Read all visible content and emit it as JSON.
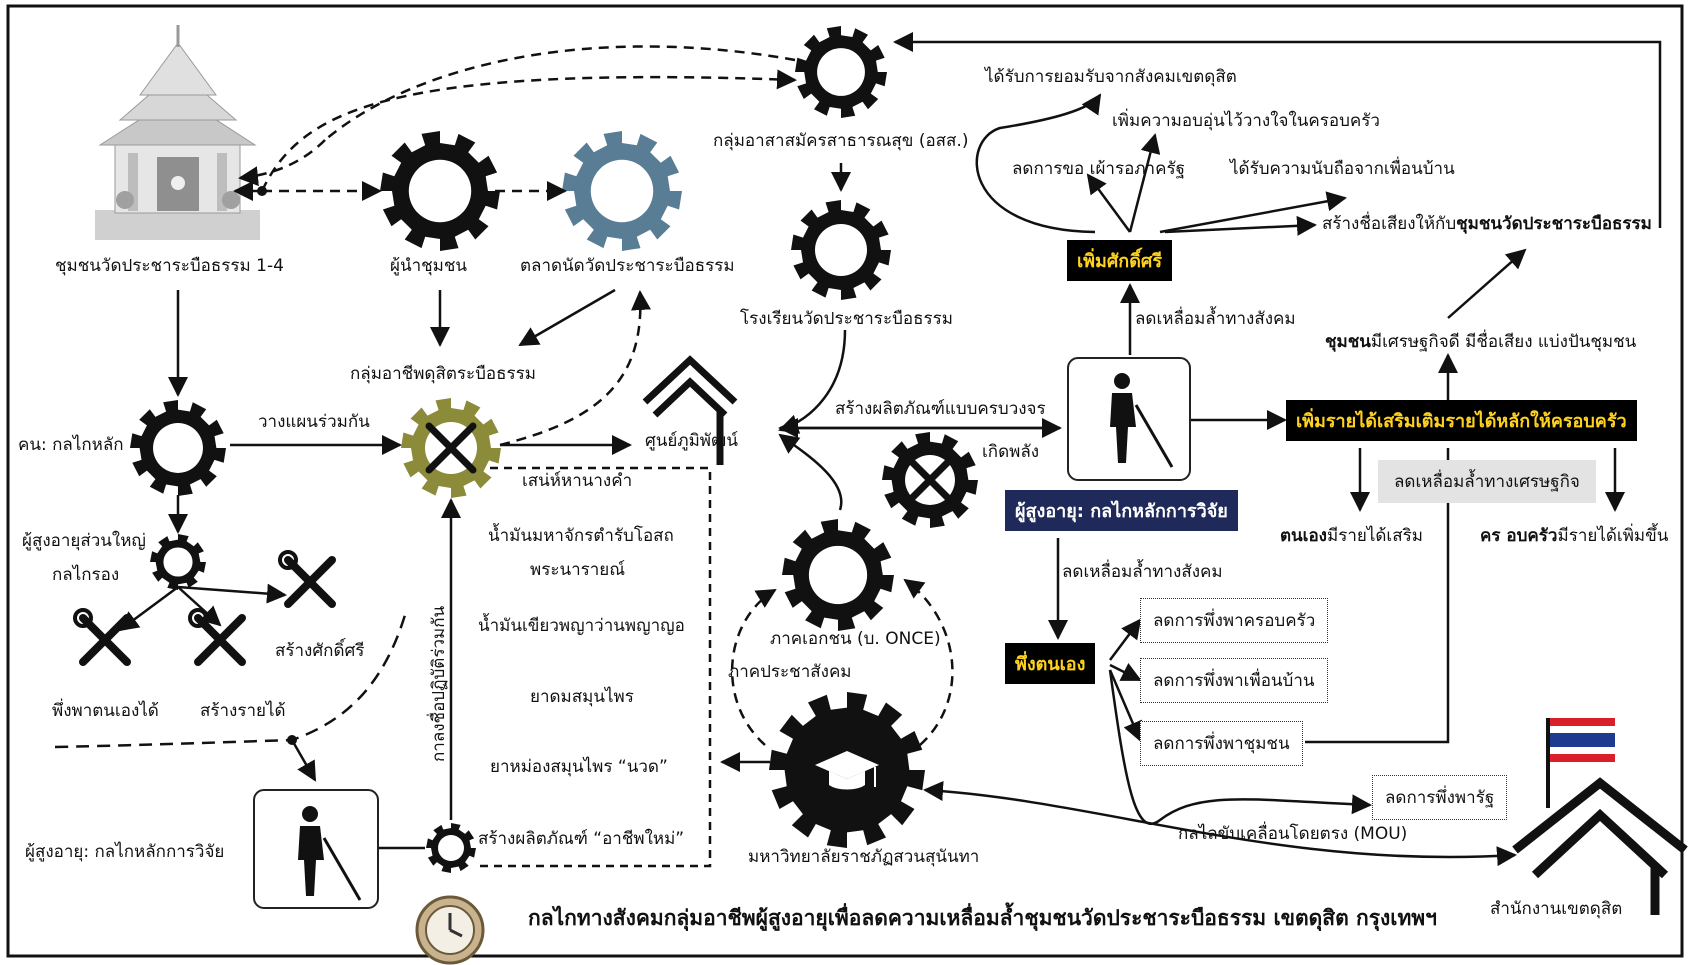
{
  "nodes": {
    "temple_community": "ชุมชนวัดประชาระบือธรรม 1-4",
    "community_leader": "ผู้นำชุมชน",
    "market": "ตลาดนัดวัดประชาระบือธรรม",
    "volunteers": "กลุ่มอาสาสมัครสาธารณสุข (อสส.)",
    "school": "โรงเรียนวัดประชาระบือธรรม",
    "occupation_group": "กลุ่มอาชีพดุสิตระบือธรรม",
    "people_main": "คน: กลไกหลัก",
    "plan_together": "วางแผนร่วมกัน",
    "majority_elderly": "ผู้สูงอายุส่วนใหญ่",
    "filter": "กลไกรอง",
    "self_reliant": "พึ่งพาตนเองได้",
    "build_income": "สร้างรายได้",
    "build_dignity": "สร้างศักดิ์ศรี",
    "elderly_research_left": "ผู้สูงอายุ: กลไกหลักการวิจัย",
    "collaborative_space": "กาลงชื่อปฏิบัติร่วมกัน",
    "wisdom_center": "ศูนย์ภูมิพัฒน์",
    "product_cycle": "สร้างผลิตภัณฑ์แบบครบวงจร",
    "empower": "เกิดพลัง",
    "private_sector": "ภาคเอกชน (บ. ONCE)",
    "civil_society": "ภาคประชาสังคม",
    "university": "มหาวิทยาลัยราชภัฏสวนสุนันทา",
    "new_products": "สร้างผลิตภัณฑ์ “อาชีพใหม่”",
    "elderly_research_right": "ผู้สูงอายุ: กลไกหลักการวิจัย",
    "district_office": "สำนักงานเขตดุสิต",
    "mou": "กลไลขับเคลื่อนโดยตรง (MOU)"
  },
  "products": {
    "title": "เสน่ห์หานางคำ",
    "items": [
      "น้ำมันมหาจักรตำรับโอสถ",
      "พระนารายณ์",
      "น้ำมันเขียวพญาว่านพญาญอ",
      "ยาดมสมุนไพร",
      "ยาหม่องสมุนไพร “นวด”"
    ]
  },
  "outcomes": {
    "dignity_label": "เพิ่มศักดิ์ศรี",
    "dignity_reduce": "ลดเหลื่อมล้ำทางสังคม",
    "recognized": "ได้รับการยอมรับจากสังคมเขตดุสิต",
    "warmth": "เพิ่มความอบอุ่นไว้วางใจในครอบครัว",
    "less_asking": "ลดการขอ เผ้ารอภาครัฐ",
    "respected": "ได้รับความนับถือจากเพื่อนบ้าน",
    "reputation_prefix": "สร้างชื่อเสียงให้กับ",
    "reputation_bold": "ชุมชนวัดประชาระบือธรรม",
    "community_good_bold": "ชุมชน",
    "community_good_rest": "มีเศรษฐกิจดี มีชื่อเสียง แบ่งปันชุมชน",
    "income_label": "เพิ่มรายได้เสริมเติมรายได้หลักให้ครอบครัว",
    "econ_reduce": "ลดเหลื่อมล้ำทางเศรษฐกิจ",
    "self_income_bold": "ตนเอง",
    "self_income_rest": "มีรายได้เสริม",
    "family_income_bold": "คร อบครัว",
    "family_income_rest": "มีรายได้เพิ่มขึ้น",
    "social_reduce": "ลดเหลื่อมล้ำทางสังคม",
    "self_reliance": "พึ่งตนเอง",
    "less_family": "ลดการพึ่งพาครอบครัว",
    "less_neighbor": "ลดการพึ่งพาเพื่อนบ้าน",
    "less_community": "ลดการพึ่งพาชุมชน",
    "less_state": "ลดการพึ่งพารัฐ"
  },
  "caption": "กลไกทางสังคมกลุ่มอาชีพผู้สูงอายุเพื่อลดความเหลื่อมล้ำชุมชนวัดประชาระบือธรรม เขตดุสิต กรุงเทพฯ",
  "colors": {
    "ink": "#111111",
    "gear_blue": "#5a7d96",
    "gear_olive": "#8b8b3a",
    "label_yellow": "#ffd21f",
    "navy": "#1f2a5a",
    "flag_red": "#d9202a",
    "flag_blue": "#1f3b8f"
  },
  "icons": {
    "temple": "temple-icon",
    "gear": "gear-icon",
    "tools": "tools-icon",
    "elderly": "elderly-walker-icon",
    "house": "house-icon",
    "graduation": "graduation-cap-icon",
    "flag": "thai-flag-icon",
    "clock": "clock-icon"
  }
}
